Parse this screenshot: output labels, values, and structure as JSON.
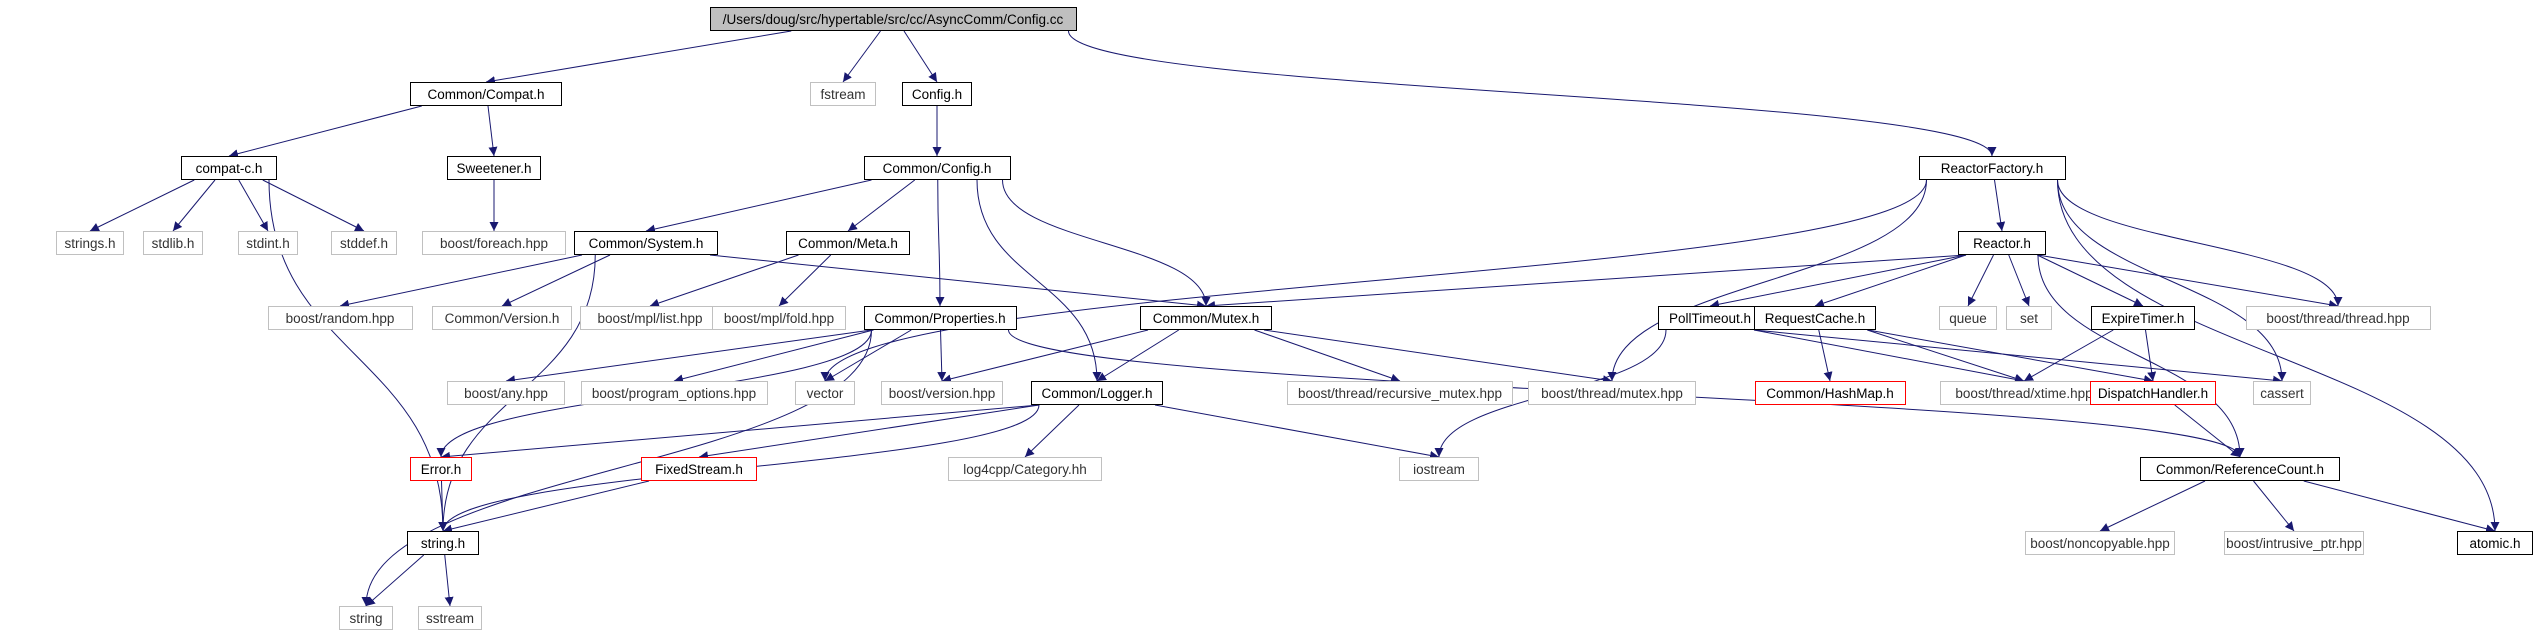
{
  "colors": {
    "edge": "#191970",
    "root_fill": "#bfbfbf",
    "documented_border": "#000000",
    "external_border": "#c0c0c0",
    "incomplete_border": "#ff0000"
  },
  "nodes": [
    {
      "id": "root",
      "label": "/Users/doug/src/hypertable/src/cc/AsyncComm/Config.cc",
      "style": "root"
    },
    {
      "id": "compat",
      "label": "Common/Compat.h",
      "style": "std"
    },
    {
      "id": "fstream",
      "label": "fstream",
      "style": "sys"
    },
    {
      "id": "configh",
      "label": "Config.h",
      "style": "std"
    },
    {
      "id": "reactorfactory",
      "label": "ReactorFactory.h",
      "style": "std"
    },
    {
      "id": "compatc",
      "label": "compat-c.h",
      "style": "std"
    },
    {
      "id": "sweetener",
      "label": "Sweetener.h",
      "style": "std"
    },
    {
      "id": "commonconfig",
      "label": "Common/Config.h",
      "style": "std"
    },
    {
      "id": "stringsh",
      "label": "strings.h",
      "style": "sys"
    },
    {
      "id": "stdlibh",
      "label": "stdlib.h",
      "style": "sys"
    },
    {
      "id": "stdinth",
      "label": "stdint.h",
      "style": "sys"
    },
    {
      "id": "stddefh",
      "label": "stddef.h",
      "style": "sys"
    },
    {
      "id": "foreach",
      "label": "boost/foreach.hpp",
      "style": "sys"
    },
    {
      "id": "system",
      "label": "Common/System.h",
      "style": "std"
    },
    {
      "id": "meta",
      "label": "Common/Meta.h",
      "style": "std"
    },
    {
      "id": "reactor",
      "label": "Reactor.h",
      "style": "std"
    },
    {
      "id": "random",
      "label": "boost/random.hpp",
      "style": "sys"
    },
    {
      "id": "version",
      "label": "Common/Version.h",
      "style": "sys"
    },
    {
      "id": "mpllist",
      "label": "boost/mpl/list.hpp",
      "style": "sys"
    },
    {
      "id": "mplfold",
      "label": "boost/mpl/fold.hpp",
      "style": "sys"
    },
    {
      "id": "properties",
      "label": "Common/Properties.h",
      "style": "std"
    },
    {
      "id": "mutex",
      "label": "Common/Mutex.h",
      "style": "std"
    },
    {
      "id": "polltimeout",
      "label": "PollTimeout.h",
      "style": "std"
    },
    {
      "id": "requestcache",
      "label": "RequestCache.h",
      "style": "std"
    },
    {
      "id": "queue",
      "label": "queue",
      "style": "sys"
    },
    {
      "id": "set",
      "label": "set",
      "style": "sys"
    },
    {
      "id": "expiretimer",
      "label": "ExpireTimer.h",
      "style": "std"
    },
    {
      "id": "thread",
      "label": "boost/thread/thread.hpp",
      "style": "sys"
    },
    {
      "id": "any",
      "label": "boost/any.hpp",
      "style": "sys"
    },
    {
      "id": "progopts",
      "label": "boost/program_options.hpp",
      "style": "sys"
    },
    {
      "id": "vector",
      "label": "vector",
      "style": "sys"
    },
    {
      "id": "boostversion",
      "label": "boost/version.hpp",
      "style": "sys"
    },
    {
      "id": "logger",
      "label": "Common/Logger.h",
      "style": "std"
    },
    {
      "id": "recmutex",
      "label": "boost/thread/recursive_mutex.hpp",
      "style": "sys"
    },
    {
      "id": "threadmutex",
      "label": "boost/thread/mutex.hpp",
      "style": "sys"
    },
    {
      "id": "hashmap",
      "label": "Common/HashMap.h",
      "style": "red"
    },
    {
      "id": "xtime",
      "label": "boost/thread/xtime.hpp",
      "style": "sys"
    },
    {
      "id": "dispatch",
      "label": "DispatchHandler.h",
      "style": "red"
    },
    {
      "id": "cassert",
      "label": "cassert",
      "style": "sys"
    },
    {
      "id": "errorh",
      "label": "Error.h",
      "style": "red"
    },
    {
      "id": "fixedstream",
      "label": "FixedStream.h",
      "style": "red"
    },
    {
      "id": "log4cpp",
      "label": "log4cpp/Category.hh",
      "style": "sys"
    },
    {
      "id": "iostream",
      "label": "iostream",
      "style": "sys"
    },
    {
      "id": "refcount",
      "label": "Common/ReferenceCount.h",
      "style": "std"
    },
    {
      "id": "stringh",
      "label": "string.h",
      "style": "std"
    },
    {
      "id": "noncopyable",
      "label": "boost/noncopyable.hpp",
      "style": "sys"
    },
    {
      "id": "intrusive",
      "label": "boost/intrusive_ptr.hpp",
      "style": "sys"
    },
    {
      "id": "atomic",
      "label": "atomic.h",
      "style": "std"
    },
    {
      "id": "string",
      "label": "string",
      "style": "sys"
    },
    {
      "id": "sstream",
      "label": "sstream",
      "style": "sys"
    }
  ],
  "edges": [
    [
      "root",
      "compat"
    ],
    [
      "root",
      "fstream"
    ],
    [
      "root",
      "configh"
    ],
    [
      "root",
      "reactorfactory"
    ],
    [
      "compat",
      "compatc"
    ],
    [
      "compat",
      "sweetener"
    ],
    [
      "compatc",
      "stringsh"
    ],
    [
      "compatc",
      "stdlibh"
    ],
    [
      "compatc",
      "stdinth"
    ],
    [
      "compatc",
      "stddefh"
    ],
    [
      "compatc",
      "stringh"
    ],
    [
      "sweetener",
      "foreach"
    ],
    [
      "configh",
      "commonconfig"
    ],
    [
      "commonconfig",
      "system"
    ],
    [
      "commonconfig",
      "meta"
    ],
    [
      "commonconfig",
      "properties"
    ],
    [
      "commonconfig",
      "logger"
    ],
    [
      "commonconfig",
      "mutex"
    ],
    [
      "system",
      "random"
    ],
    [
      "system",
      "version"
    ],
    [
      "system",
      "mutex"
    ],
    [
      "system",
      "stringh"
    ],
    [
      "meta",
      "mpllist"
    ],
    [
      "meta",
      "mplfold"
    ],
    [
      "properties",
      "any"
    ],
    [
      "properties",
      "progopts"
    ],
    [
      "properties",
      "vector"
    ],
    [
      "properties",
      "boostversion"
    ],
    [
      "properties",
      "errorh"
    ],
    [
      "properties",
      "string"
    ],
    [
      "properties",
      "refcount"
    ],
    [
      "mutex",
      "boostversion"
    ],
    [
      "mutex",
      "recmutex"
    ],
    [
      "mutex",
      "threadmutex"
    ],
    [
      "mutex",
      "logger"
    ],
    [
      "logger",
      "errorh"
    ],
    [
      "logger",
      "fixedstream"
    ],
    [
      "logger",
      "log4cpp"
    ],
    [
      "logger",
      "iostream"
    ],
    [
      "logger",
      "stringh"
    ],
    [
      "errorh",
      "stringh"
    ],
    [
      "fixedstream",
      "stringh"
    ],
    [
      "stringh",
      "string"
    ],
    [
      "stringh",
      "sstream"
    ],
    [
      "reactorfactory",
      "reactor"
    ],
    [
      "reactorfactory",
      "vector"
    ],
    [
      "reactorfactory",
      "threadmutex"
    ],
    [
      "reactorfactory",
      "thread"
    ],
    [
      "reactorfactory",
      "cassert"
    ],
    [
      "reactorfactory",
      "atomic"
    ],
    [
      "reactor",
      "mutex"
    ],
    [
      "reactor",
      "polltimeout"
    ],
    [
      "reactor",
      "requestcache"
    ],
    [
      "reactor",
      "queue"
    ],
    [
      "reactor",
      "set"
    ],
    [
      "reactor",
      "expiretimer"
    ],
    [
      "reactor",
      "thread"
    ],
    [
      "reactor",
      "refcount"
    ],
    [
      "polltimeout",
      "iostream"
    ],
    [
      "polltimeout",
      "xtime"
    ],
    [
      "polltimeout",
      "cassert"
    ],
    [
      "requestcache",
      "hashmap"
    ],
    [
      "requestcache",
      "xtime"
    ],
    [
      "requestcache",
      "dispatch"
    ],
    [
      "expiretimer",
      "xtime"
    ],
    [
      "expiretimer",
      "dispatch"
    ],
    [
      "dispatch",
      "refcount"
    ],
    [
      "refcount",
      "noncopyable"
    ],
    [
      "refcount",
      "intrusive"
    ],
    [
      "refcount",
      "atomic"
    ]
  ]
}
